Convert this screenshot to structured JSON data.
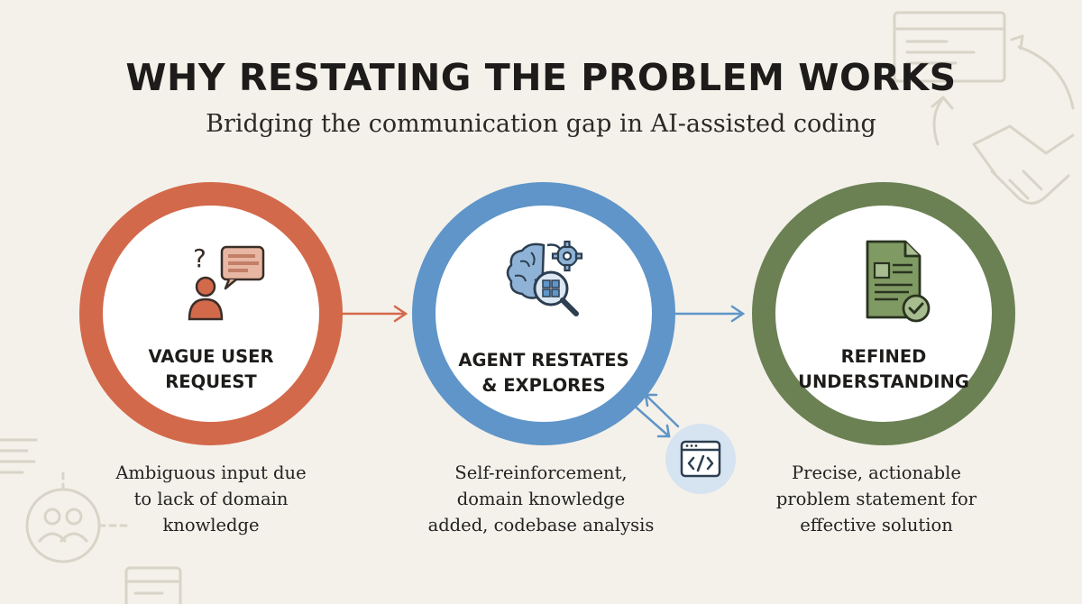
{
  "header": {
    "title": "WHY RESTATING THE PROBLEM WORKS",
    "subtitle": "Bridging the communication gap in AI-assisted coding"
  },
  "steps": [
    {
      "label_line1": "VAGUE USER",
      "label_line2": "REQUEST",
      "description_lines": [
        "Ambiguous input due",
        "to lack of domain",
        "knowledge"
      ],
      "color": "#d3694b",
      "icon": "confused-user-icon"
    },
    {
      "label_line1": "AGENT RESTATES",
      "label_line2": "& EXPLORES",
      "description_lines": [
        "Self-reinforcement,",
        "domain knowledge",
        "added, codebase analysis"
      ],
      "color": "#5f95c9",
      "icon": "brain-gear-search-icon"
    },
    {
      "label_line1": "REFINED",
      "label_line2": "UNDERSTANDING",
      "description_lines": [
        "Precise, actionable",
        "problem statement for",
        "effective solution"
      ],
      "color": "#6b8154",
      "icon": "document-check-icon"
    }
  ],
  "colors": {
    "background": "#f4f1ea",
    "text": "#1d1c1a",
    "decor": "#d9d4c8",
    "code_badge": "#d6e3f0"
  },
  "icons": {
    "code_window": "code-window-icon",
    "handshake": "handshake-icon",
    "users_group": "users-group-icon"
  }
}
